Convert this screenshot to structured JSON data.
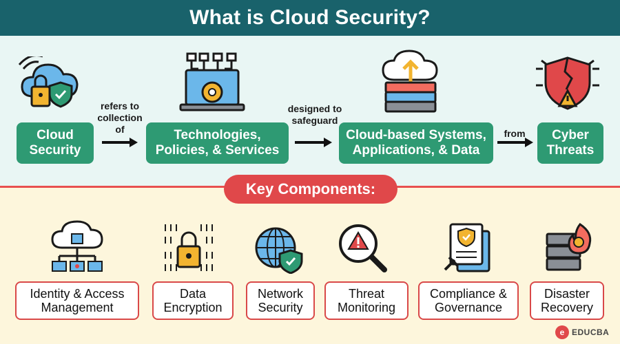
{
  "title": "What is Cloud Security?",
  "flow": {
    "boxes": [
      "Cloud Security",
      "Technologies, Policies, & Services",
      "Cloud-based Systems, Applications, & Data",
      "Cyber Threats"
    ],
    "connectors": [
      "refers to collection of",
      "designed to safeguard",
      "from"
    ]
  },
  "key_components": {
    "title": "Key Components:",
    "items": [
      "Identity & Access Management",
      "Data Encryption",
      "Network Security",
      "Threat Monitoring",
      "Compliance & Governance",
      "Disaster Recovery"
    ]
  },
  "brand": "EDUCBA",
  "colors": {
    "header": "#19626b",
    "green": "#2e9a73",
    "red": "#e0484a",
    "top_band": "#e9f6f4",
    "bottom_band": "#fdf6dc"
  },
  "icons": [
    "cloud-lock-icon",
    "laptop-gear-icon",
    "cloud-server-upload-icon",
    "cracked-shield-virus-icon",
    "network-cloud-icon",
    "binary-lock-icon",
    "globe-shield-icon",
    "magnifier-warning-icon",
    "document-checklist-icon",
    "server-fire-icon"
  ]
}
